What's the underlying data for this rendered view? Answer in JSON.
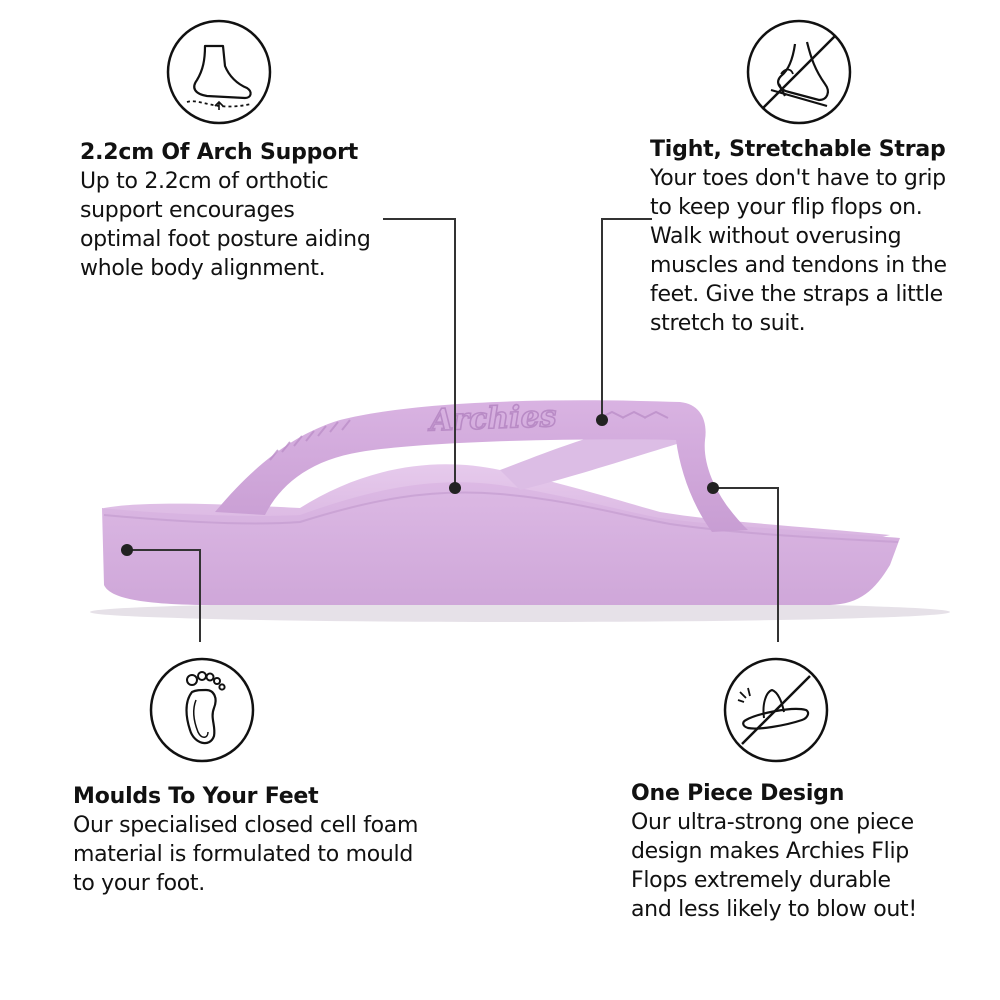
{
  "features": {
    "arch": {
      "title": "2.2cm Of Arch Support",
      "body": "Up to 2.2cm of orthotic support encourages optimal foot posture aiding whole body alignment.",
      "icon": "foot-arch-icon"
    },
    "strap": {
      "title": "Tight, Stretchable Strap",
      "body": "Your toes don't have to grip to keep your flip flops on. Walk without overusing muscles and tendons in the feet. Give the straps a little stretch to suit.",
      "icon": "no-toe-grip-icon"
    },
    "mould": {
      "title": "Moulds To Your Feet",
      "body": "Our specialised closed cell foam material is formulated to mould to your foot.",
      "icon": "footprint-icon"
    },
    "piece": {
      "title": "One Piece Design",
      "body": "Our ultra-strong one piece design makes Archies Flip Flops extremely durable and less likely to blow out!",
      "icon": "no-blowout-icon"
    }
  },
  "product": {
    "brand_mark": "Archies",
    "color": "#D8B4E0"
  }
}
